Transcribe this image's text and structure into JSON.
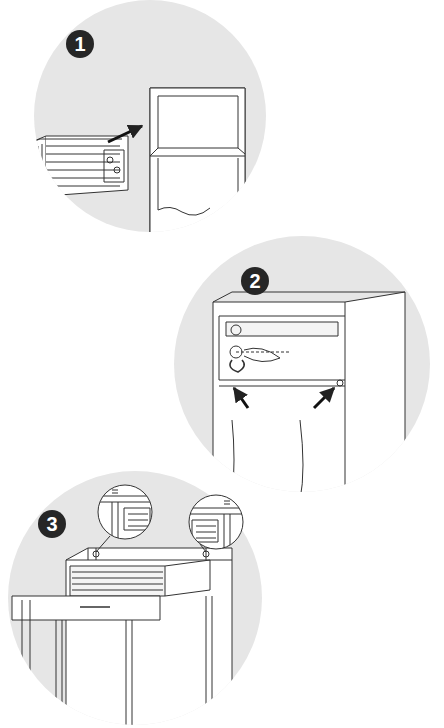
{
  "diagram": {
    "labels": [
      "1",
      "2",
      "3"
    ]
  }
}
